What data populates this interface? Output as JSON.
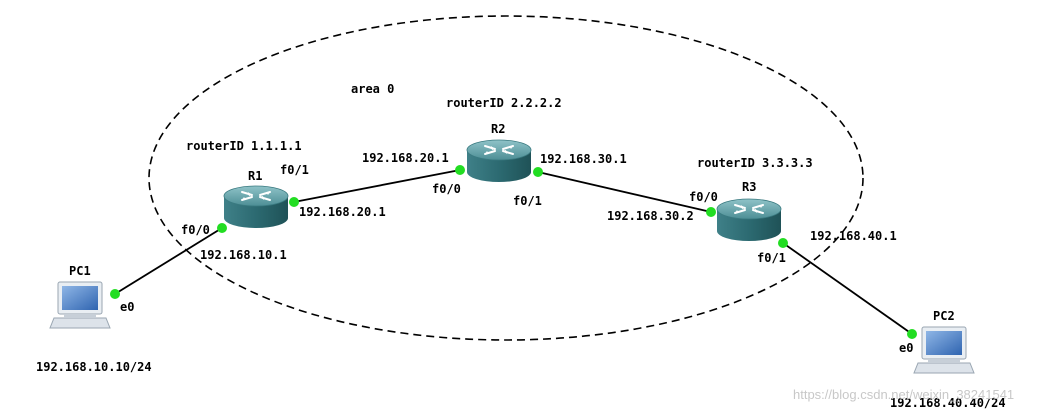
{
  "area": {
    "label": "area 0"
  },
  "routers": [
    {
      "id": "R1",
      "name": "R1",
      "router_id_label": "routerID 1.1.1.1"
    },
    {
      "id": "R2",
      "name": "R2",
      "router_id_label": "routerID 2.2.2.2"
    },
    {
      "id": "R3",
      "name": "R3",
      "router_id_label": "routerID 3.3.3.3"
    }
  ],
  "pcs": [
    {
      "id": "PC1",
      "name": "PC1",
      "iface": "e0",
      "ip": "192.168.10.10/24"
    },
    {
      "id": "PC2",
      "name": "PC2",
      "iface": "e0",
      "ip": "192.168.40.40/24"
    }
  ],
  "links": [
    {
      "id": "pc1-r1",
      "a_iface": "e0",
      "b_iface": "f0/0",
      "b_ip": "192.168.10.1"
    },
    {
      "id": "r1-r2",
      "a_iface": "f0/1",
      "a_ip": "192.168.20.1",
      "b_iface": "f0/0",
      "b_ip": "192.168.20.1"
    },
    {
      "id": "r2-r3",
      "a_iface": "f0/1",
      "a_ip": "192.168.30.1",
      "b_iface": "f0/0",
      "b_ip": "192.168.30.2"
    },
    {
      "id": "r3-pc2",
      "a_iface": "f0/1",
      "a_ip": "192.168.40.1",
      "b_iface": "e0"
    }
  ],
  "colors": {
    "port": "#22dd22",
    "router_top": "#5f9aa0",
    "router_body": "#2f6f76",
    "pc_screen": "#4a7fc0"
  },
  "watermark": "https://blog.csdn.net/weixin_38241541"
}
